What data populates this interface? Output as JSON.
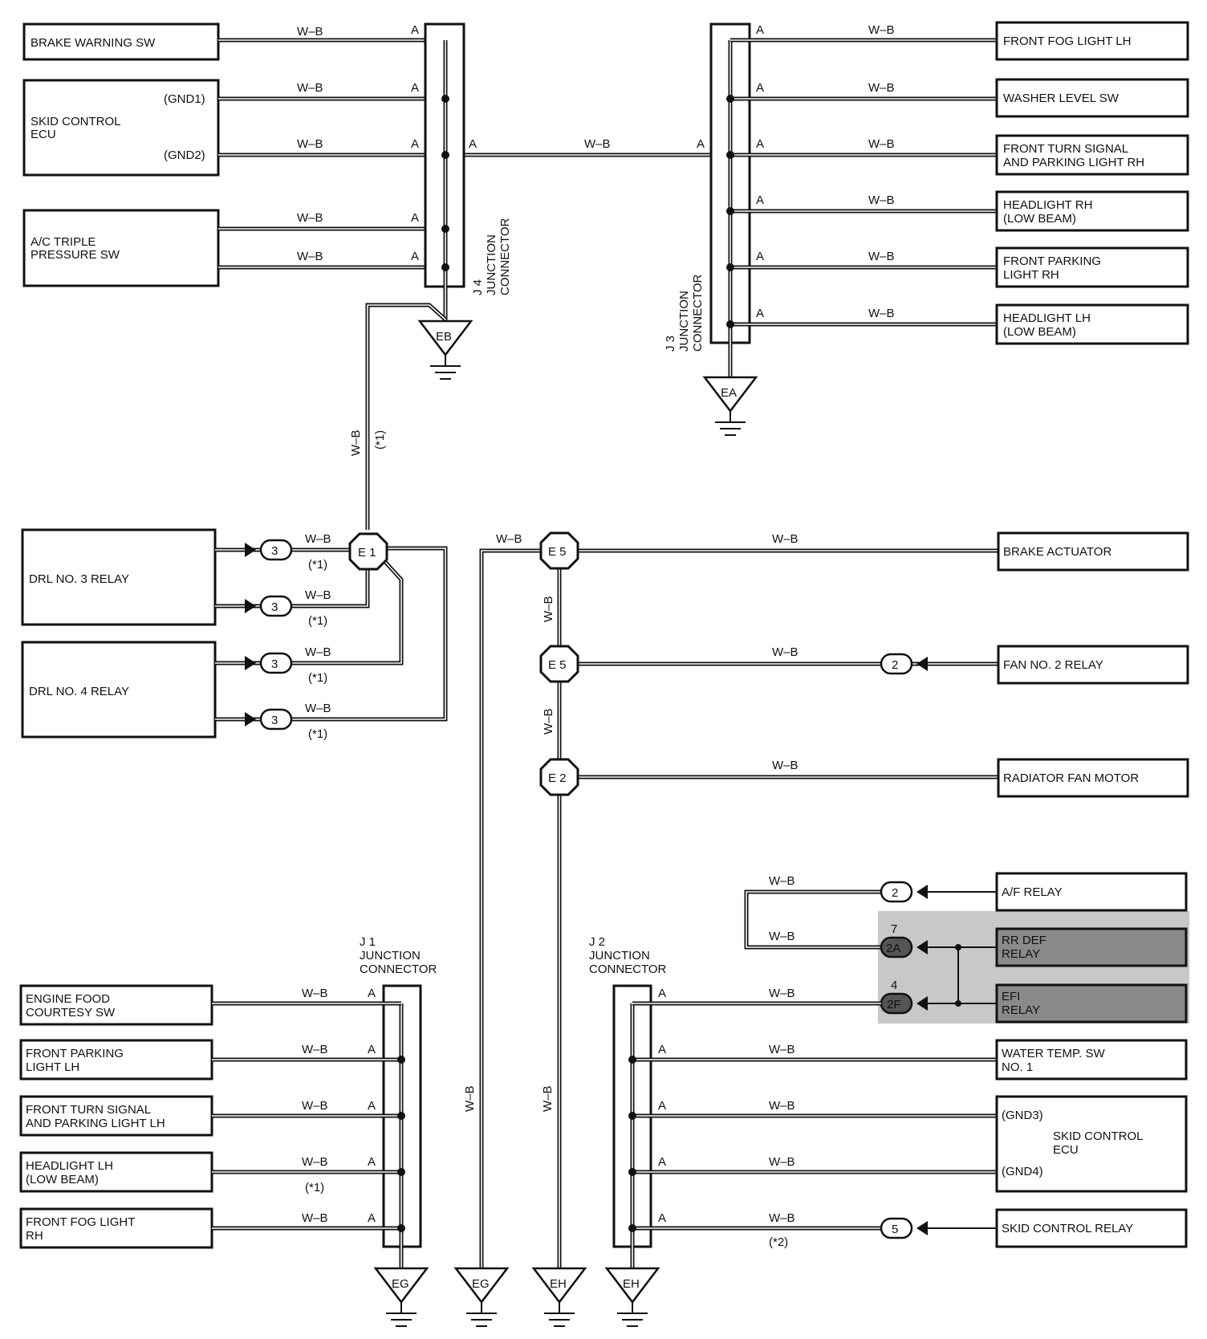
{
  "wire_color": "W–B",
  "pin_a": "A",
  "note1": "(*1)",
  "note2": "(*2)",
  "components": {
    "brake_warning_sw": "BRAKE WARNING SW",
    "skid_ecu_top": [
      "SKID CONTROL",
      "ECU"
    ],
    "gnd1": "(GND1)",
    "gnd2": "(GND2)",
    "ac_triple": [
      "A/C TRIPLE",
      "PRESSURE SW"
    ],
    "front_fog_lh": "FRONT FOG LIGHT LH",
    "washer_level": "WASHER LEVEL SW",
    "front_turn_rh": [
      "FRONT TURN SIGNAL",
      "AND PARKING LIGHT RH"
    ],
    "headlight_rh": [
      "HEADLIGHT RH",
      "(LOW BEAM)"
    ],
    "front_parking_rh": [
      "FRONT PARKING",
      "LIGHT RH"
    ],
    "headlight_lh_top": [
      "HEADLIGHT LH",
      "(LOW BEAM)"
    ],
    "drl3": "DRL NO. 3 RELAY",
    "drl4": "DRL NO. 4 RELAY",
    "brake_actuator": "BRAKE ACTUATOR",
    "fan2": "FAN NO. 2 RELAY",
    "radiator_fan": "RADIATOR FAN MOTOR",
    "af_relay": "A/F RELAY",
    "rr_def": [
      "RR DEF",
      "RELAY"
    ],
    "efi": [
      "EFI",
      "RELAY"
    ],
    "water_temp": [
      "WATER TEMP.  SW",
      "NO. 1"
    ],
    "skid_ecu_bottom": [
      "SKID CONTROL",
      "ECU"
    ],
    "gnd3": "(GND3)",
    "gnd4": "(GND4)",
    "skid_relay": "SKID CONTROL RELAY",
    "engine_hood": [
      "ENGINE FOOD",
      "COURTESY SW"
    ],
    "front_parking_lh": [
      "FRONT PARKING",
      "LIGHT LH"
    ],
    "front_turn_lh": [
      "FRONT TURN SIGNAL",
      "AND PARKING LIGHT LH"
    ],
    "headlight_lh_bottom": [
      "HEADLIGHT LH",
      "(LOW BEAM)"
    ],
    "front_fog_rh": [
      "FRONT FOG LIGHT",
      "RH"
    ]
  },
  "junctions": {
    "j1": [
      "J 1",
      "JUNCTION",
      "CONNECTOR"
    ],
    "j2": [
      "J 2",
      "JUNCTION",
      "CONNECTOR"
    ],
    "j3": [
      "J 3",
      "JUNCTION",
      "CONNECTOR"
    ],
    "j4": [
      "J 4",
      "JUNCTION",
      "CONNECTOR"
    ]
  },
  "grounds": {
    "eb": "EB",
    "ea": "EA",
    "eg1": "EG",
    "eg2": "EG",
    "eh1": "EH",
    "eh2": "EH"
  },
  "splices": {
    "e1": "E 1",
    "e5a": "E 5",
    "e5b": "E 5",
    "e2": "E 2"
  },
  "connectors": {
    "c3": "3",
    "c2": "2",
    "c2a": "2A",
    "c2f": "2F",
    "c5": "5",
    "pin7": "7",
    "pin4": "4"
  }
}
